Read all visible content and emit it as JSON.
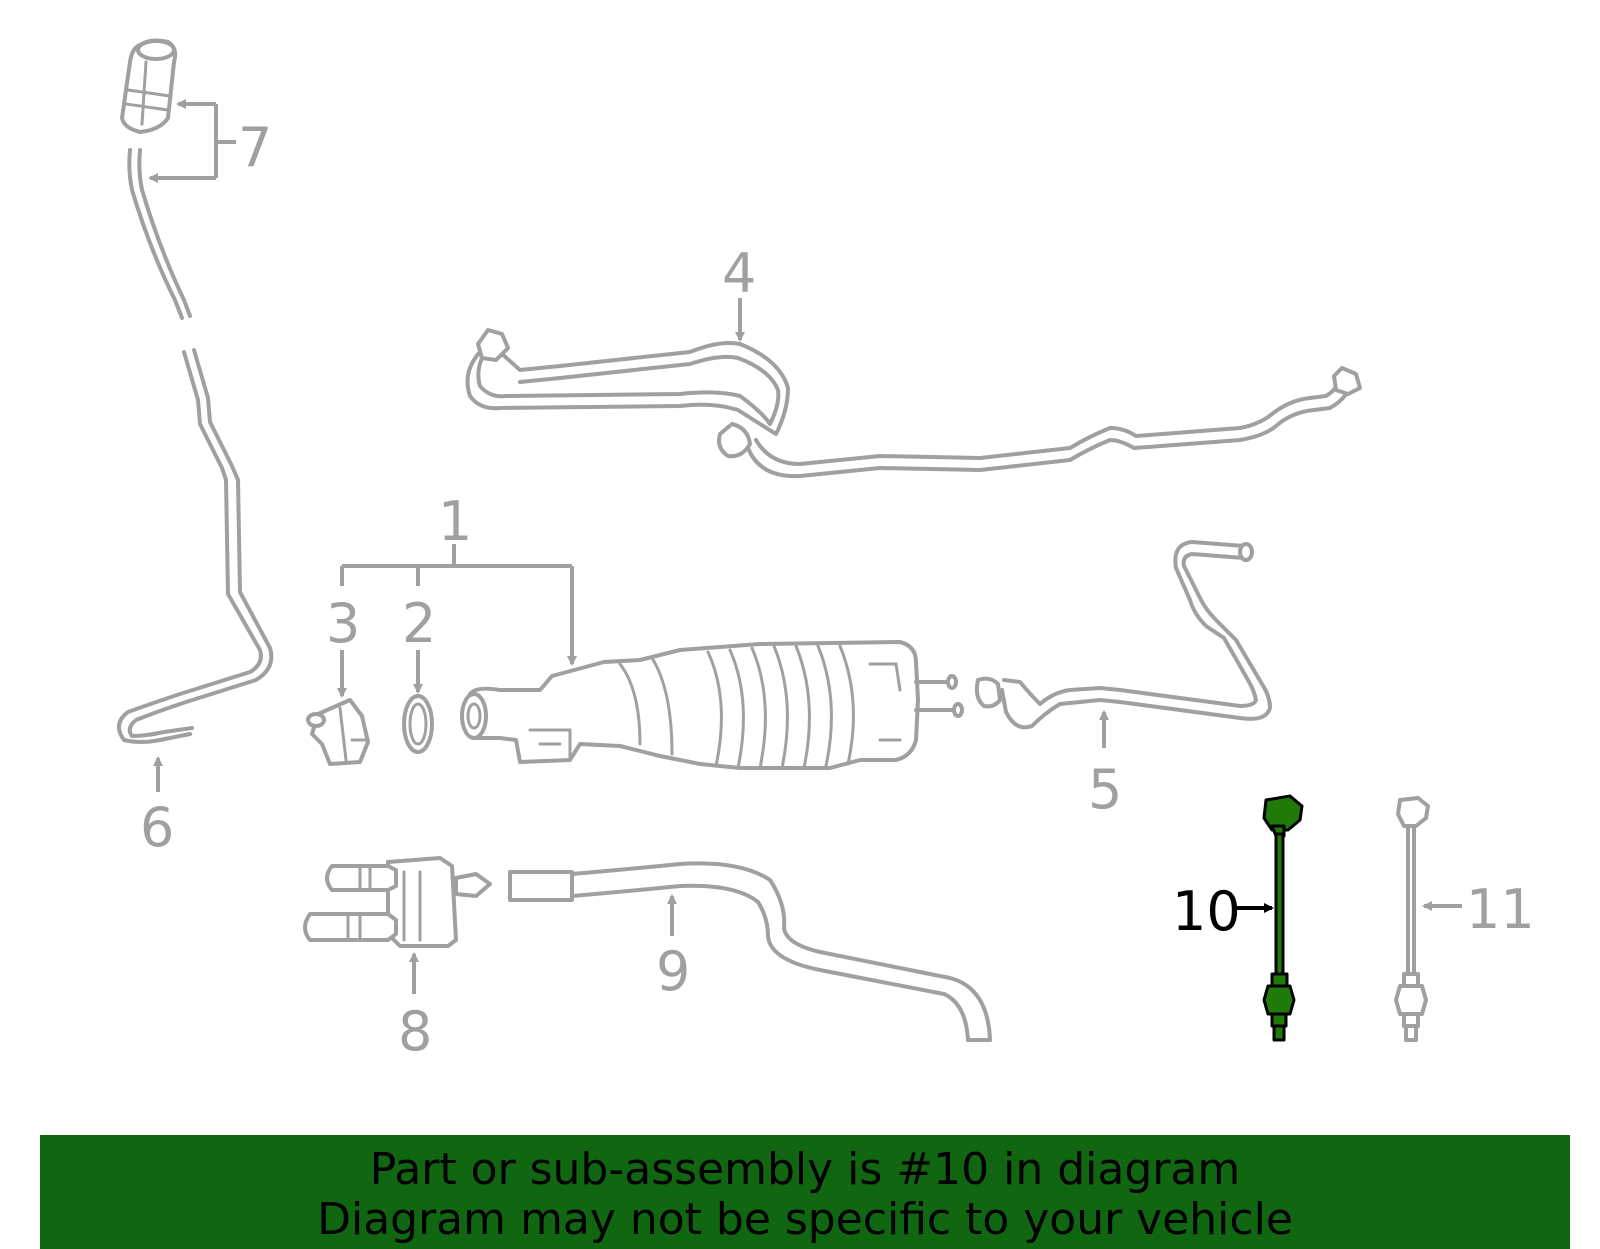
{
  "diagram": {
    "callouts": [
      "1",
      "2",
      "3",
      "4",
      "5",
      "6",
      "7",
      "8",
      "9",
      "10",
      "11"
    ],
    "highlighted_callout": "10",
    "colors": {
      "line": "#a0a0a0",
      "highlight_part": "#1f7a0a",
      "highlight_text": "#000000",
      "banner_bg": "#116611"
    }
  },
  "banner": {
    "line1": "Part or sub-assembly is #10 in diagram",
    "line2": "Diagram may not be specific to your vehicle"
  }
}
